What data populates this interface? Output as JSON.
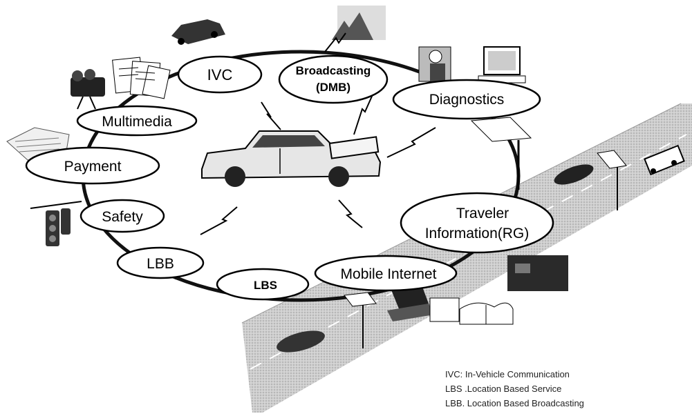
{
  "diagram": {
    "nodes": {
      "ivc": "IVC",
      "broadcasting_line1": "Broadcasting",
      "broadcasting_line2": "(DMB)",
      "diagnostics": "Diagnostics",
      "multimedia": "Multimedia",
      "payment": "Payment",
      "safety": "Safety",
      "lbb": "LBB",
      "lbs": "LBS",
      "mobile_internet": "Mobile Internet",
      "traveler_line1": "Traveler",
      "traveler_line2": "Information(RG)"
    },
    "legend": [
      "IVC: In-Vehicle Communication",
      "LBS .Location Based Service",
      "LBB. Location Based Broadcasting"
    ]
  },
  "colors": {
    "ink": "#000000",
    "road": "#c8c8c8",
    "background": "#ffffff"
  },
  "icons": [
    "car-icon",
    "broadcast-tower-icon",
    "mechanic-computer-icon",
    "music-sheets-icon",
    "video-camera-icon",
    "newspaper-icon",
    "traffic-light-icon",
    "road-sign-icon",
    "bus-icon",
    "laptop-icon",
    "book-icon",
    "photo-icon",
    "lightning-bolt-icon"
  ]
}
